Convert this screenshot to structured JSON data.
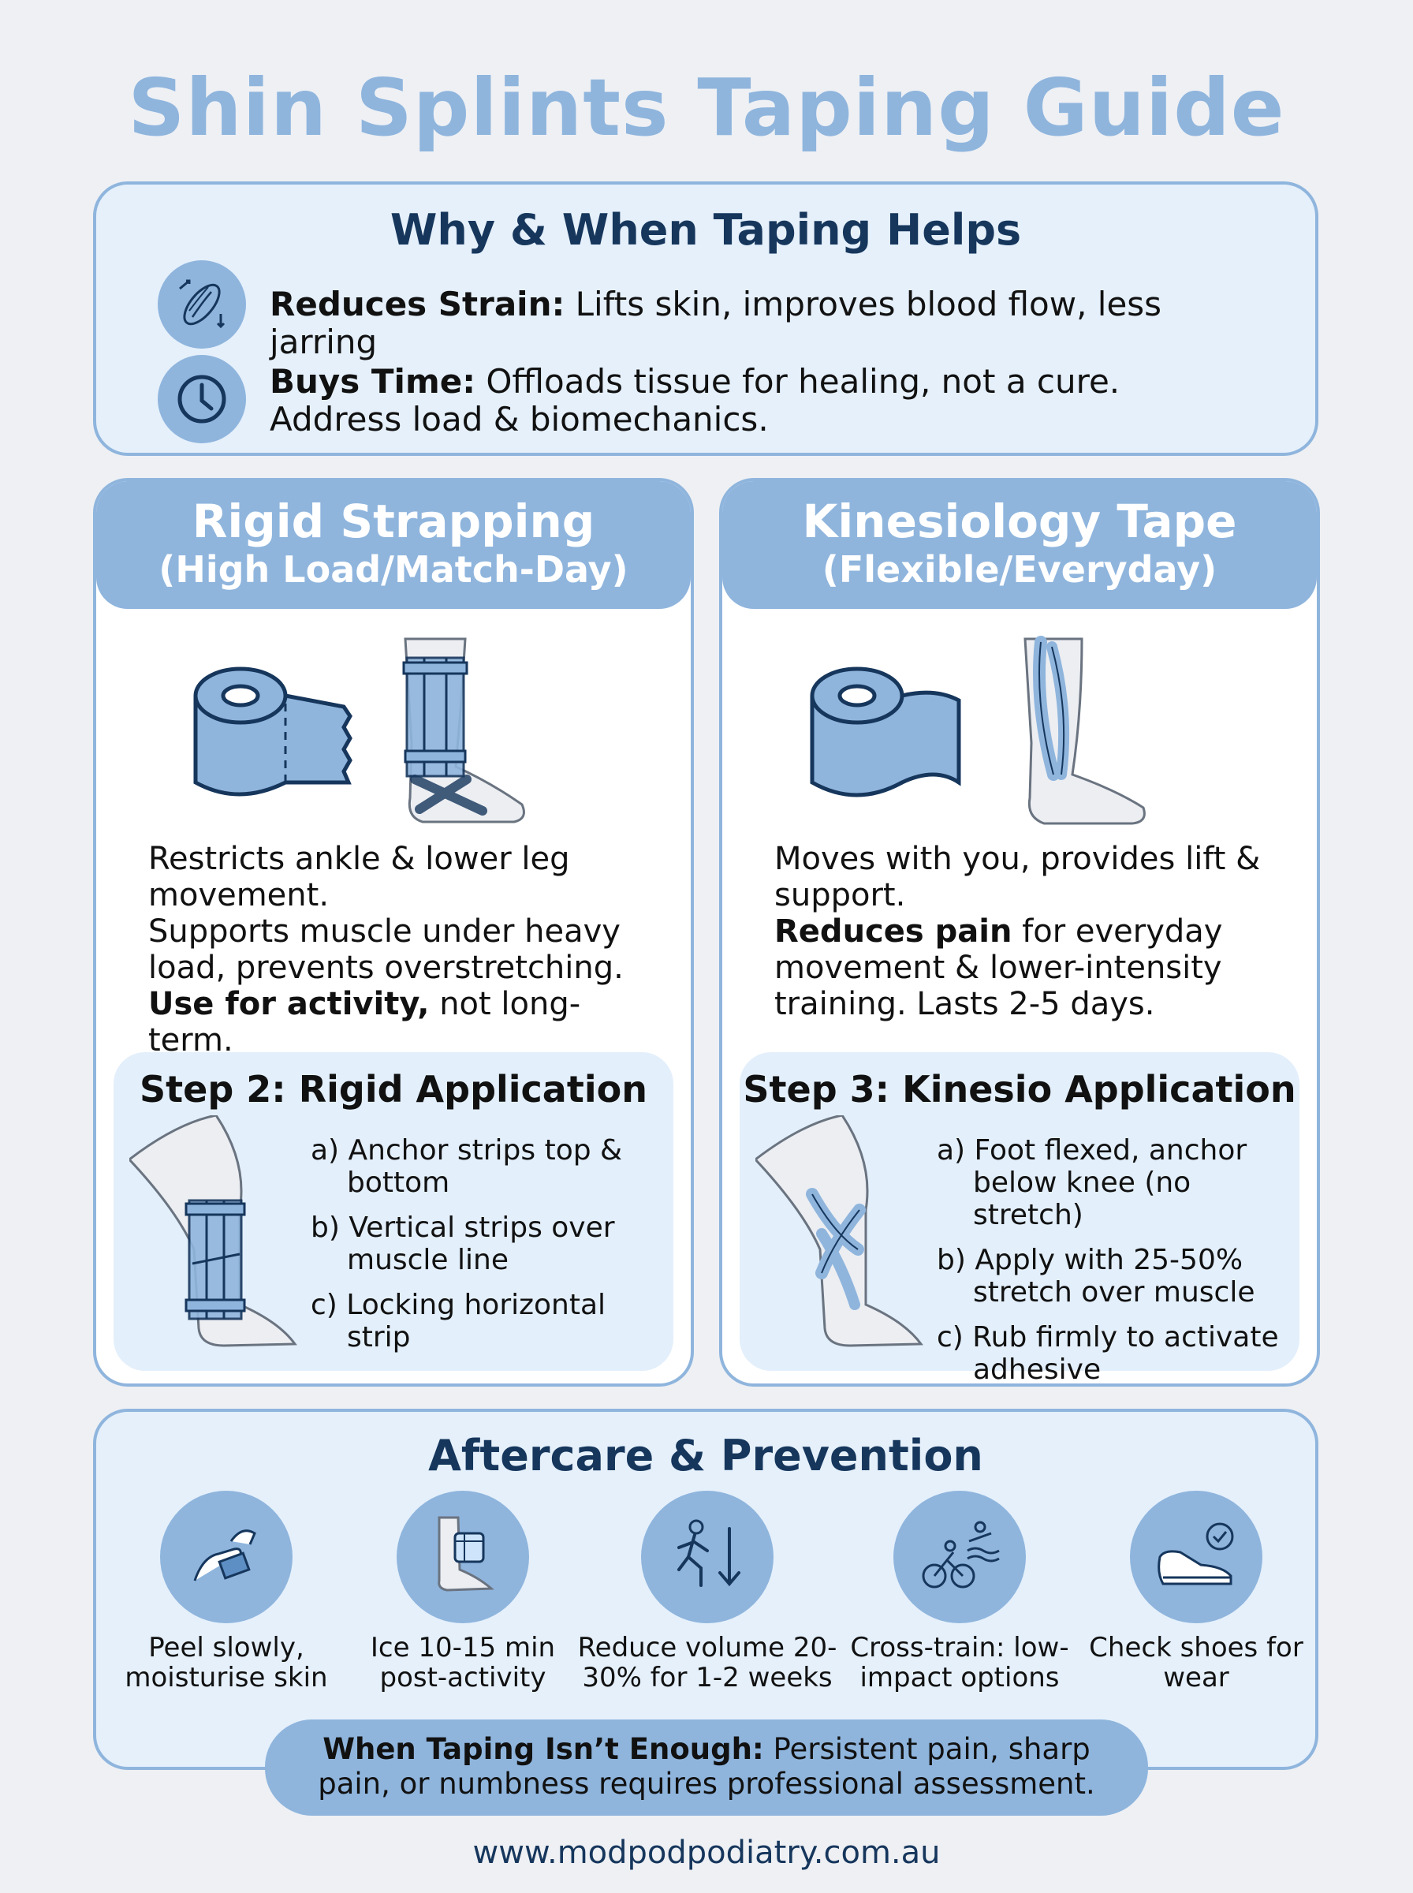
{
  "title": "Shin Splints Taping Guide",
  "why": {
    "heading": "Why & When Taping Helps",
    "rows": [
      {
        "icon": "muscle-icon",
        "label": "Reduces Strain:",
        "text": " Lifts skin, improves blood flow, less jarring"
      },
      {
        "icon": "clock-icon",
        "label": "Buys Time:",
        "text": " Offloads tissue for healing, not a cure. Address load & biomechanics."
      }
    ]
  },
  "rigid": {
    "title": "Rigid Strapping",
    "subtitle": "(High Load/Match-Day)",
    "desc_1": "Restricts ankle & lower leg movement.",
    "desc_2": "Supports muscle under heavy load, prevents overstretching.",
    "desc_bold": "Use for activity,",
    "desc_3": " not long-term.",
    "step_title": "Step 2: Rigid Application",
    "steps": [
      "a) Anchor strips top & bottom",
      "b) Vertical strips over muscle line",
      "c) Locking horizontal strip"
    ]
  },
  "kinesio": {
    "title": "Kinesiology Tape",
    "subtitle": "(Flexible/Everyday)",
    "desc_1": "Moves with you, provides lift & support.",
    "desc_bold": "Reduces pain",
    "desc_2": " for everyday movement & lower-intensity training. Lasts 2-5 days.",
    "step_title": "Step 3: Kinesio Application",
    "steps": [
      "a) Foot flexed, anchor below knee (no stretch)",
      "b) Apply with 25-50% stretch over muscle",
      "c) Rub firmly to activate adhesive"
    ]
  },
  "aftercare": {
    "heading": "Aftercare & Prevention",
    "items": [
      {
        "icon": "peel-tape-icon",
        "label": "Peel slowly, moisturise skin"
      },
      {
        "icon": "ice-foot-icon",
        "label": "Ice 10-15 min post-activity"
      },
      {
        "icon": "run-reduce-icon",
        "label": "Reduce volume 20-30% for 1-2 weeks"
      },
      {
        "icon": "cross-train-icon",
        "label": "Cross-train: low-impact options"
      },
      {
        "icon": "shoe-check-icon",
        "label": "Check shoes for wear"
      }
    ]
  },
  "warning": {
    "label": "When Taping Isn’t Enough:",
    "text": " Persistent pain, sharp pain, or numbness requires professional assessment."
  },
  "url": "www.modpodpodiatry.com.au",
  "colors": {
    "accent": "#8fb5dd",
    "navy": "#16365c",
    "panel": "#e5f0fb",
    "background": "#eef0f4"
  }
}
